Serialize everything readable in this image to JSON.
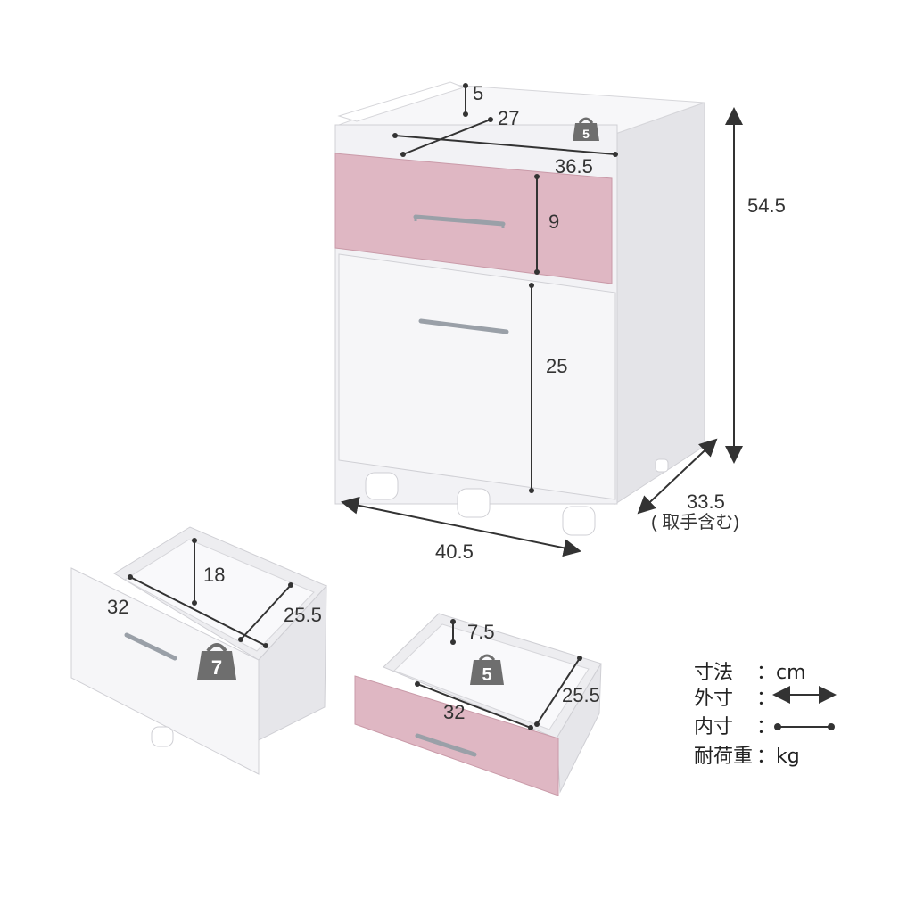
{
  "colors": {
    "pink": "#dfb7c3",
    "pink_dark": "#c99aa8",
    "white_panel": "#f4f4f6",
    "shadow": "#d8d8dc",
    "dim_line": "#333333",
    "weight_icon": "#6e6e6e"
  },
  "cabinet": {
    "top_depth": "27",
    "top_rim_height": "5",
    "top_width": "36.5",
    "top_load": "5",
    "drawer_height": "9",
    "lower_height": "25",
    "total_height": "54.5",
    "depth": "33.5",
    "depth_note": "( 取手含む)",
    "width": "40.5"
  },
  "lower_drawer": {
    "height": "18",
    "width": "32",
    "depth": "25.5",
    "load": "7"
  },
  "upper_drawer": {
    "height": "7.5",
    "width": "32",
    "depth": "25.5",
    "load": "5"
  },
  "legend": {
    "unit_label": "寸法",
    "unit_value": "：cm",
    "outer_label": "外寸",
    "outer_sep": "：",
    "inner_label": "内寸",
    "inner_sep": "：",
    "load_label": "耐荷重",
    "load_value": "：kg"
  }
}
